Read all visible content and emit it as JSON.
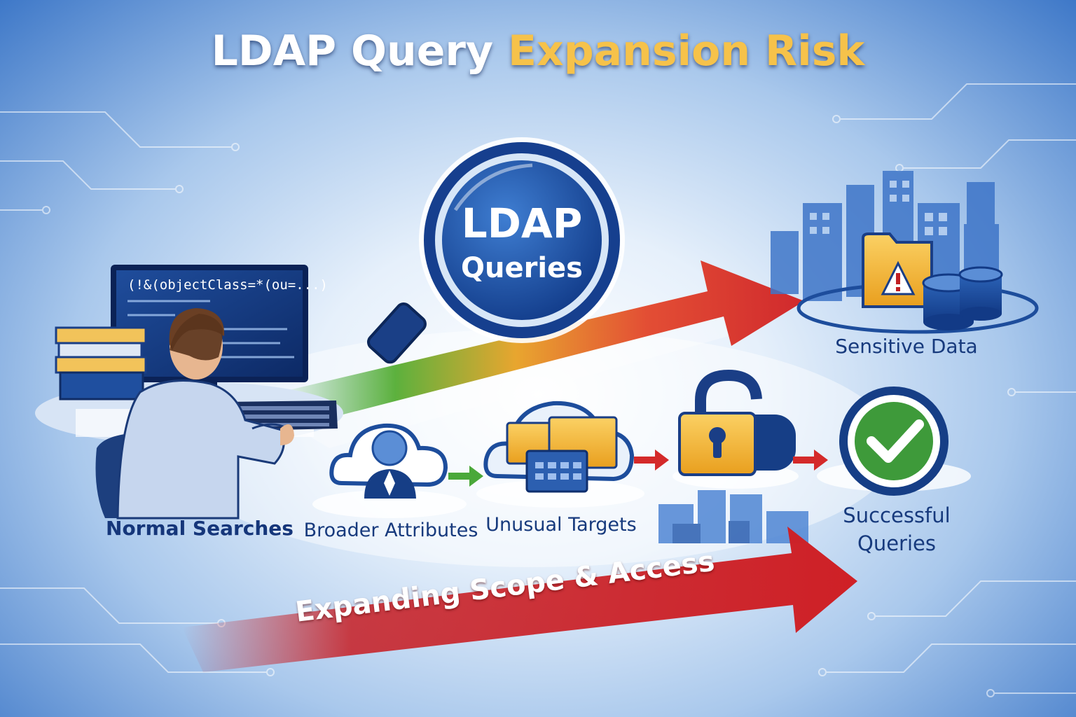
{
  "title": {
    "part1": "LDAP Query",
    "part2": "Expansion Risk"
  },
  "center_badge": {
    "line1": "LDAP",
    "line2": "Queries"
  },
  "terminal": {
    "query_text": "(!&(objectClass=*(ou=...)"
  },
  "stages": [
    {
      "label": "Normal Searches"
    },
    {
      "label": "Broader Attributes"
    },
    {
      "label": "Unusual Targets"
    },
    {
      "label": "Sensitive Data"
    }
  ],
  "result": {
    "line1": "Successful",
    "line2": "Queries"
  },
  "bottom_arrow": {
    "label": "Expanding Scope & Access"
  },
  "icons": [
    "user-at-computer-icon",
    "books-icon",
    "magnifier-icon",
    "user-cloud-icon",
    "folders-cloud-icon",
    "open-padlock-icon",
    "warning-folder-icon",
    "database-icon",
    "checkmark-icon",
    "city-skyline-icon"
  ],
  "colors": {
    "title_white": "#ffffff",
    "title_gold": "#f6c24a",
    "label_navy": "#173a7d",
    "arrow_red": "#d42a2a",
    "arrow_green": "#4aa83a",
    "folder_gold": "#f3b233"
  }
}
